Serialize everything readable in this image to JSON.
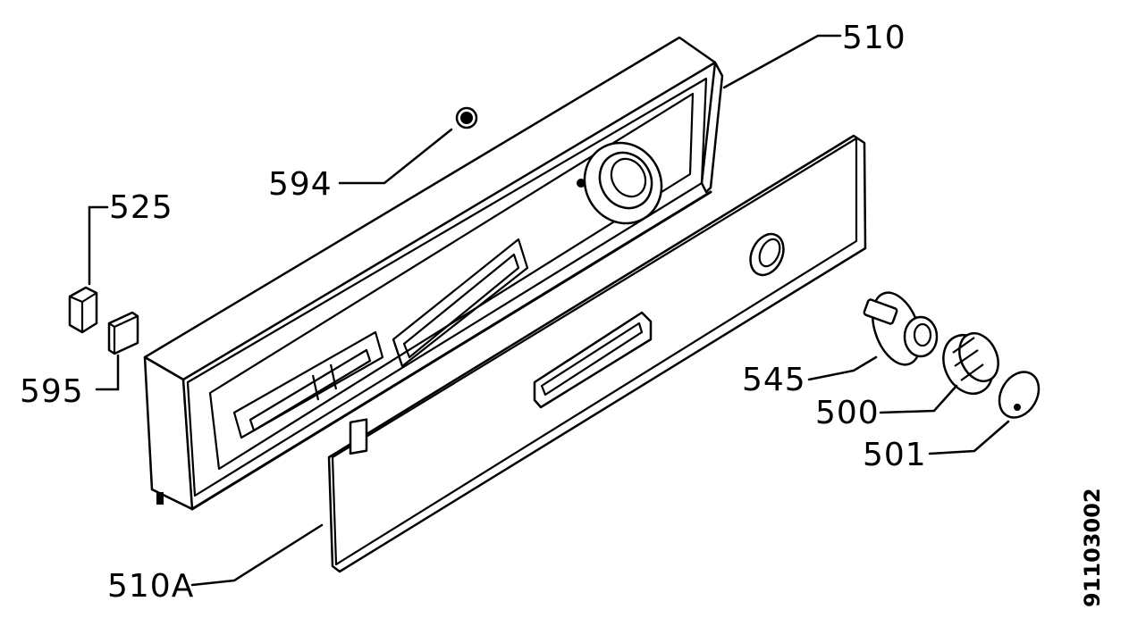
{
  "labels": {
    "p510": "510",
    "p594": "594",
    "p525": "525",
    "p595": "595",
    "p545": "545",
    "p500": "500",
    "p501": "501",
    "p510a": "510A",
    "drawing_number": "91103002"
  },
  "colors": {
    "line": "#000000",
    "background": "#ffffff"
  }
}
